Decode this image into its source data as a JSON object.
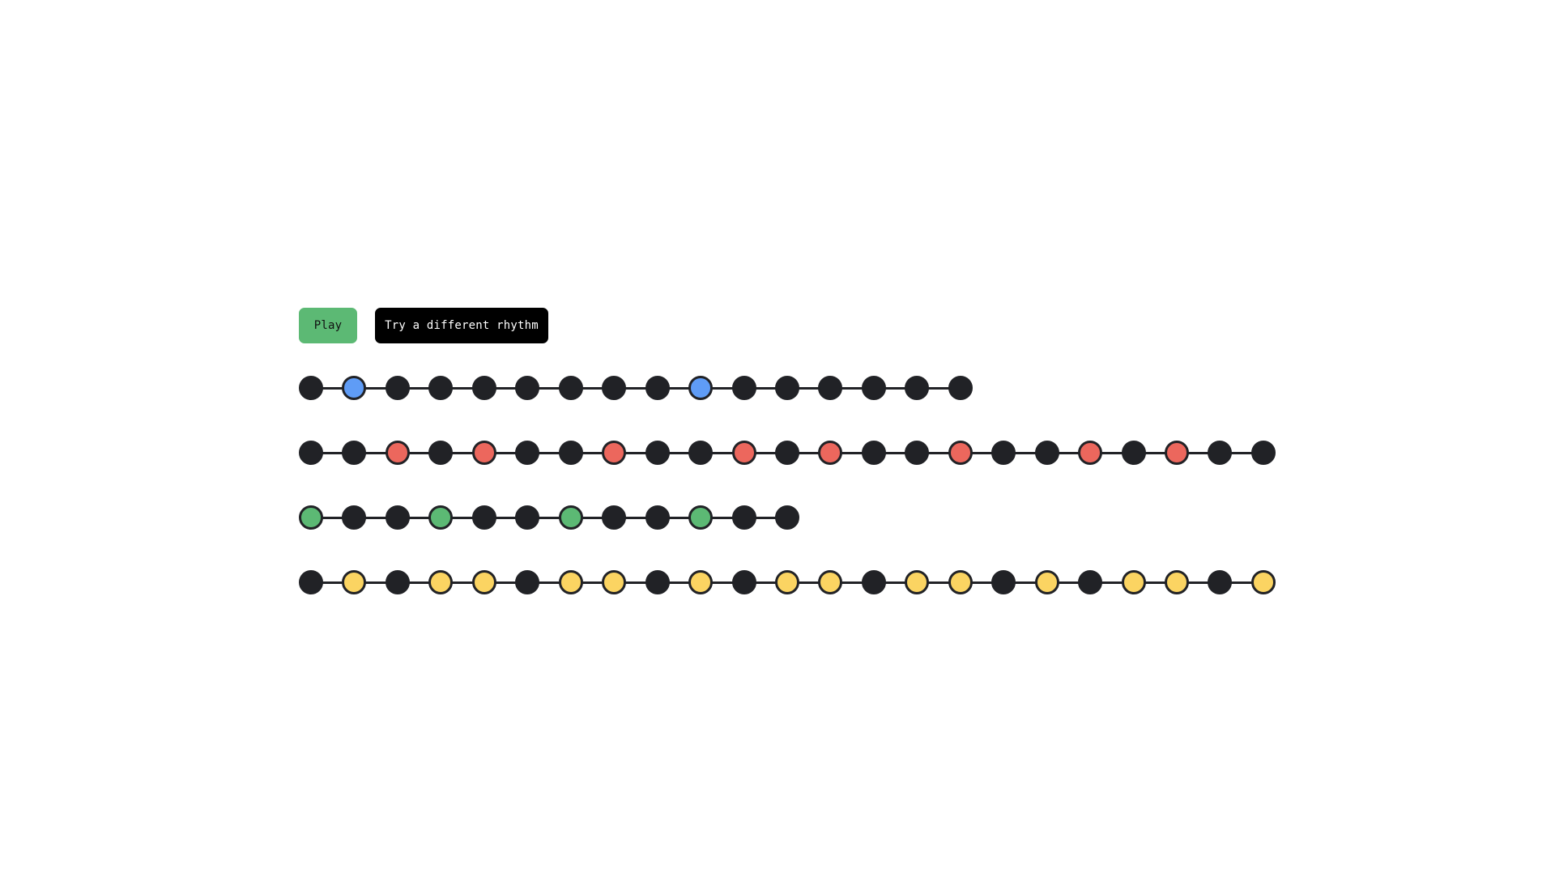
{
  "controls": {
    "play_label": "Play",
    "rhythm_label": "Try a different rhythm"
  },
  "colors": {
    "dot_inactive": "#212226",
    "dot_border": "#212226",
    "line": "#212226",
    "play_button_bg": "#5cb974",
    "rhythm_button_bg": "#000000"
  },
  "layout": {
    "dot_spacing": 53.45,
    "dot_size": 30
  },
  "tracks": [
    {
      "name": "track-blue",
      "color": "#5f9cf6",
      "length": 16,
      "active": [
        1,
        9
      ]
    },
    {
      "name": "track-red",
      "color": "#ec675d",
      "length": 23,
      "active": [
        2,
        4,
        7,
        10,
        12,
        15,
        18,
        20
      ]
    },
    {
      "name": "track-green",
      "color": "#5cb974",
      "length": 12,
      "active": [
        0,
        3,
        6,
        9
      ]
    },
    {
      "name": "track-yellow",
      "color": "#fbd462",
      "length": 23,
      "active": [
        1,
        3,
        4,
        6,
        7,
        9,
        11,
        12,
        14,
        15,
        17,
        19,
        20,
        22
      ]
    }
  ]
}
